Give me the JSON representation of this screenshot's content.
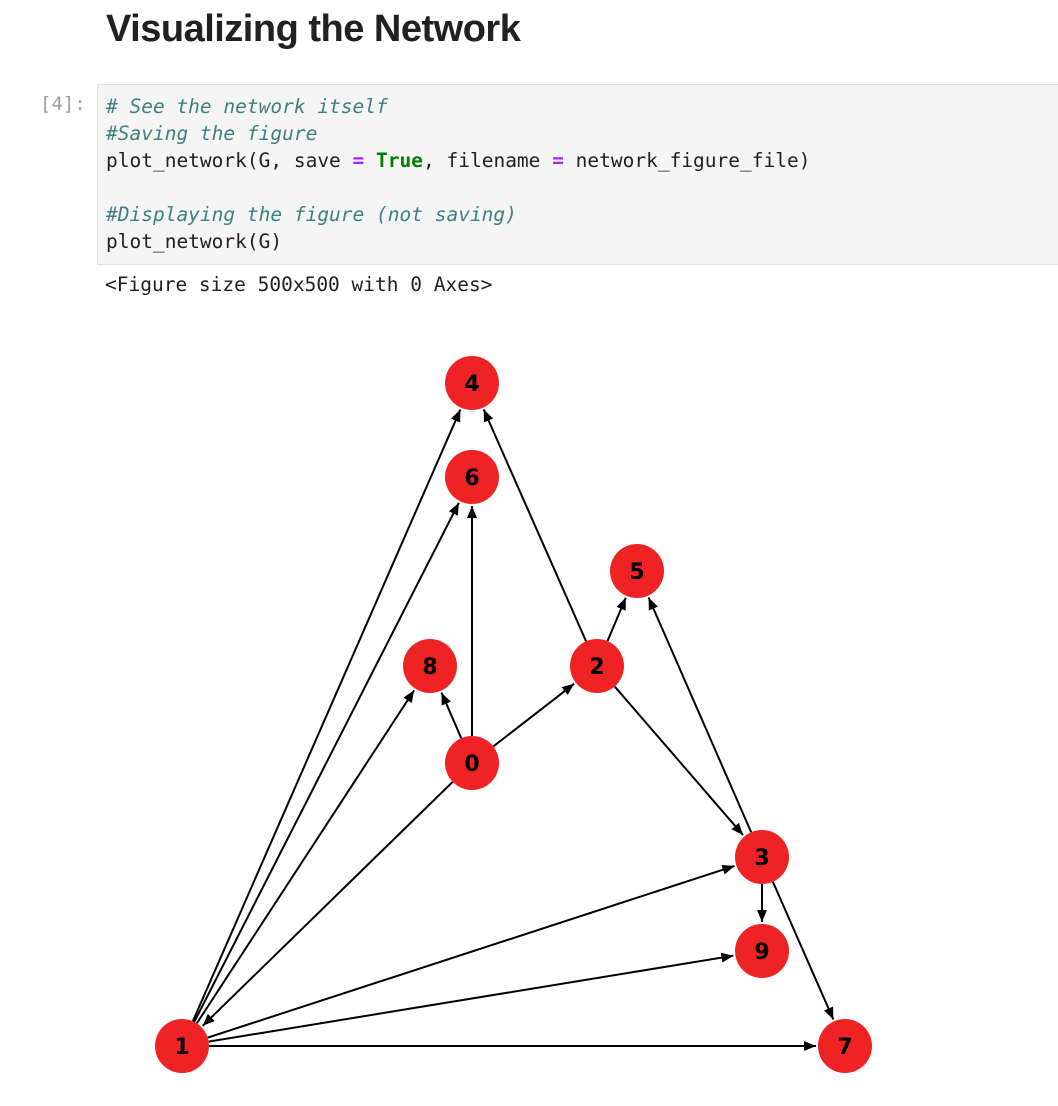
{
  "notebook": {
    "heading": "Visualizing the Network",
    "cell": {
      "prompt": "[4]:",
      "code": {
        "comment1": "# See the network itself",
        "comment2": "#Saving the figure",
        "line3_fn": "plot_network(G, save ",
        "line3_eq1": "=",
        "line3_space": " ",
        "line3_true": "True",
        "line3_mid": ", filename ",
        "line3_eq2": "=",
        "line3_end": " network_figure_file)",
        "comment3": "#Displaying the figure (not saving)",
        "line6": "plot_network(G)"
      },
      "output_text": "<Figure size 500x500 with 0 Axes>"
    }
  },
  "network": {
    "node_color": "#ef2323",
    "edge_color": "#000000",
    "nodes": [
      {
        "id": "0",
        "label": "0"
      },
      {
        "id": "1",
        "label": "1"
      },
      {
        "id": "2",
        "label": "2"
      },
      {
        "id": "3",
        "label": "3"
      },
      {
        "id": "4",
        "label": "4"
      },
      {
        "id": "5",
        "label": "5"
      },
      {
        "id": "6",
        "label": "6"
      },
      {
        "id": "7",
        "label": "7"
      },
      {
        "id": "8",
        "label": "8"
      },
      {
        "id": "9",
        "label": "9"
      }
    ],
    "edges": [
      [
        "1",
        "4"
      ],
      [
        "1",
        "6"
      ],
      [
        "1",
        "8"
      ],
      [
        "1",
        "3"
      ],
      [
        "1",
        "9"
      ],
      [
        "1",
        "7"
      ],
      [
        "0",
        "1"
      ],
      [
        "0",
        "6"
      ],
      [
        "0",
        "8"
      ],
      [
        "0",
        "2"
      ],
      [
        "2",
        "4"
      ],
      [
        "2",
        "5"
      ],
      [
        "2",
        "3"
      ],
      [
        "3",
        "5"
      ],
      [
        "3",
        "9"
      ],
      [
        "3",
        "7"
      ]
    ]
  }
}
